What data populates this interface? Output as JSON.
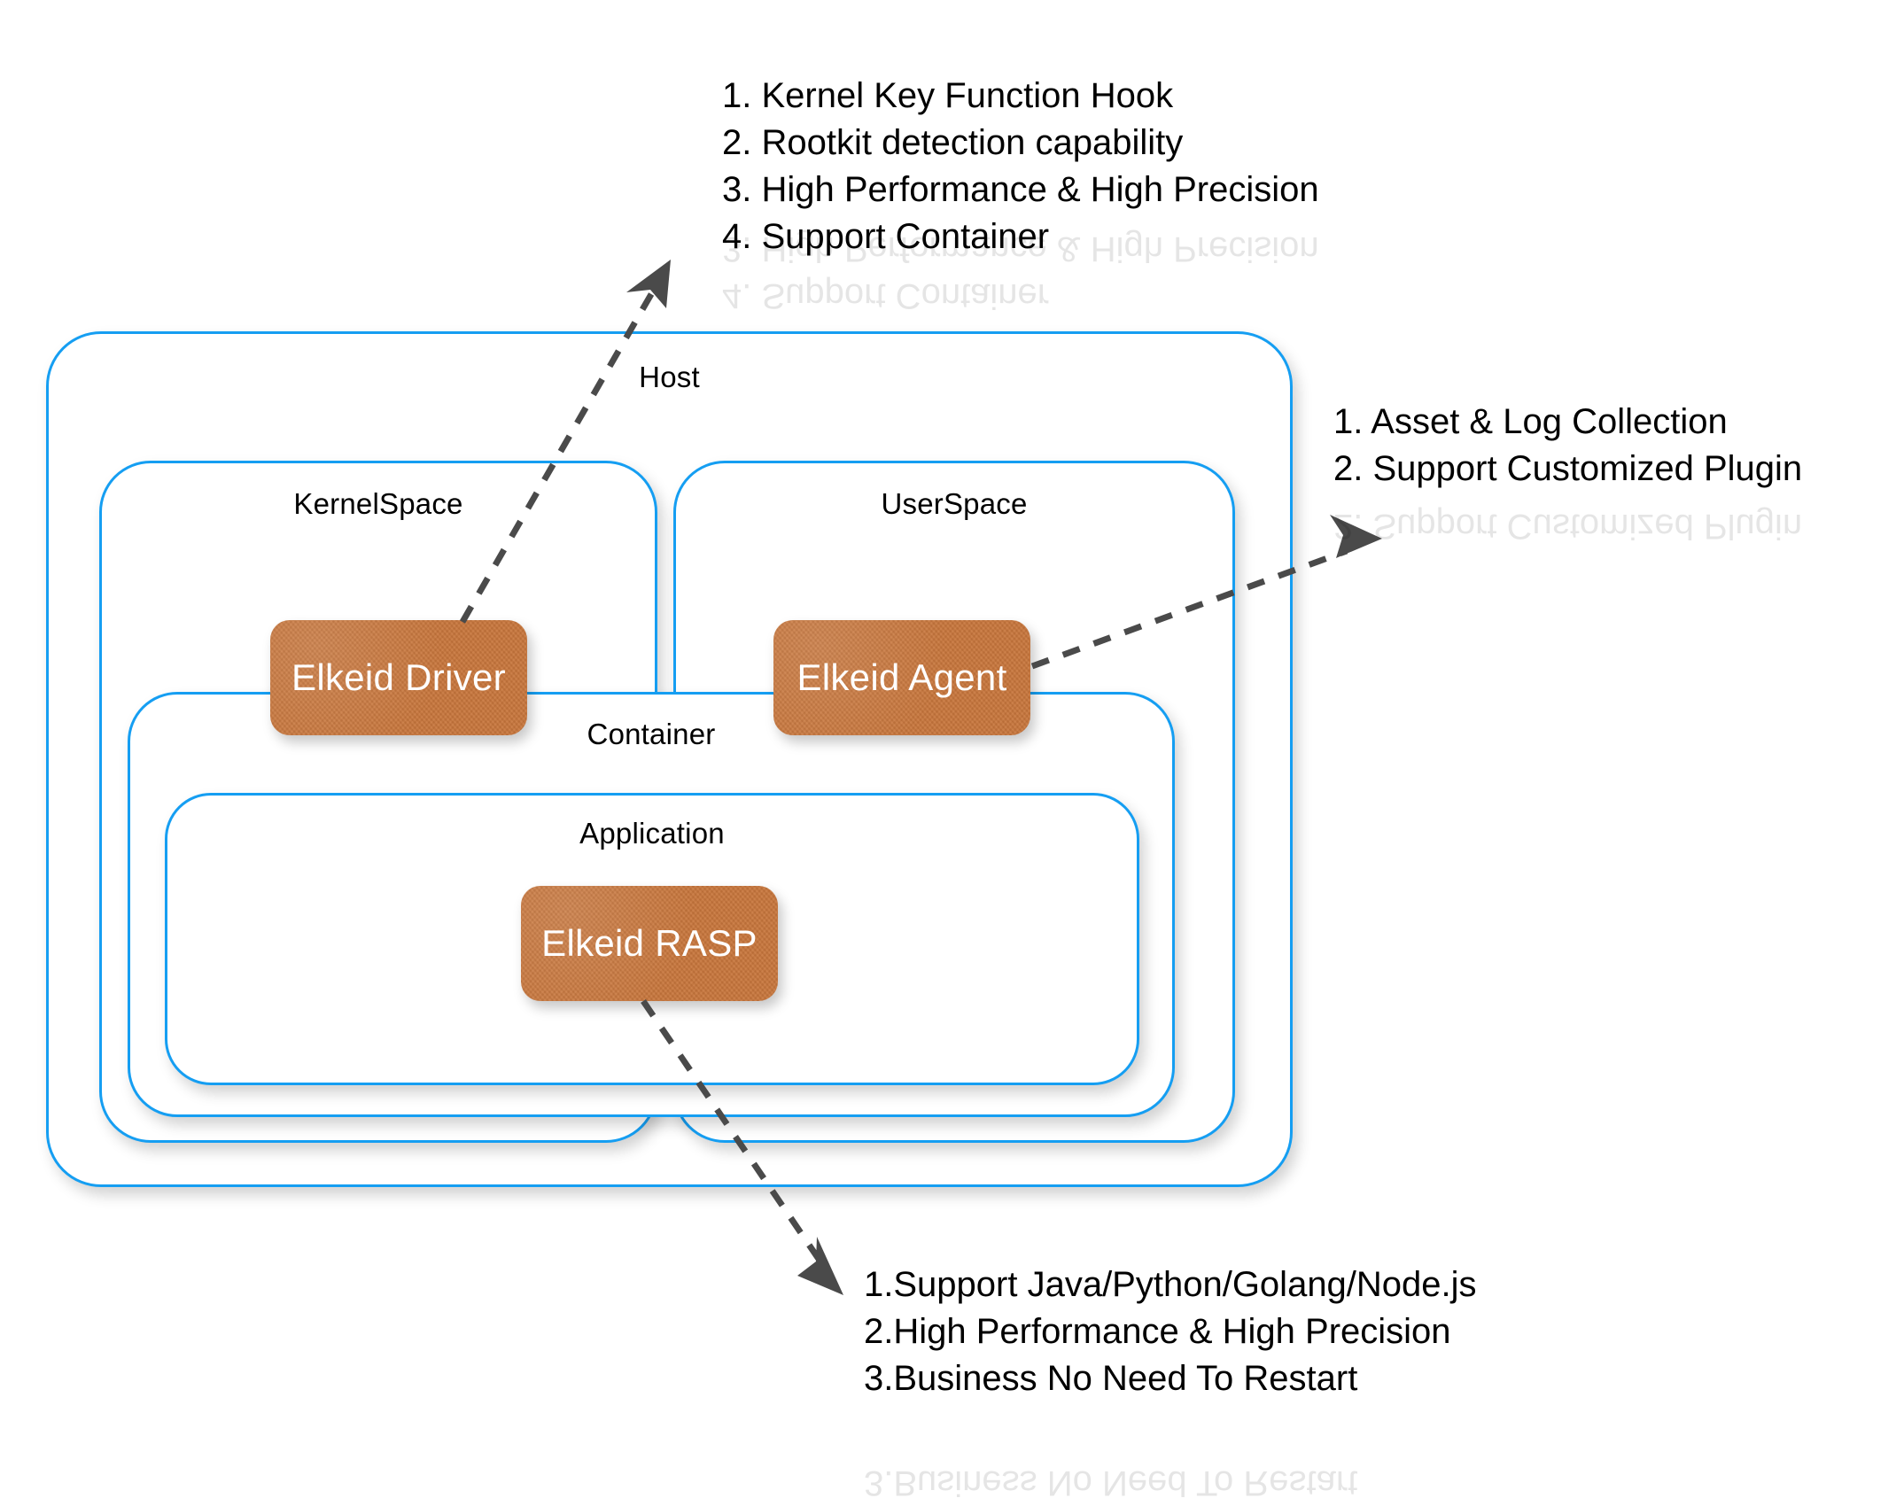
{
  "diagram": {
    "title": "Elkeid Architecture",
    "accent_blue": "#159EF2",
    "component_orange": "#C8763C",
    "arrow_gray": "#4A4A4A"
  },
  "containers": {
    "host": {
      "label": "Host"
    },
    "kernel_space": {
      "label": "KernelSpace"
    },
    "user_space": {
      "label": "UserSpace"
    },
    "container": {
      "label": "Container"
    },
    "application": {
      "label": "Application"
    }
  },
  "components": {
    "driver": {
      "label": "Elkeid Driver"
    },
    "agent": {
      "label": "Elkeid Agent"
    },
    "rasp": {
      "label": "Elkeid RASP"
    }
  },
  "annotations": {
    "driver": {
      "lines": [
        "1. Kernel Key Function Hook",
        "2. Rootkit detection capability",
        "3. High Performance & High Precision",
        "4. Support Container"
      ]
    },
    "agent": {
      "lines": [
        "1. Asset & Log Collection",
        "2. Support Customized Plugin"
      ]
    },
    "rasp": {
      "lines": [
        "1.Support Java/Python/Golang/Node.js",
        "2.High Performance & High Precision",
        "3.Business No Need To Restart"
      ]
    }
  }
}
